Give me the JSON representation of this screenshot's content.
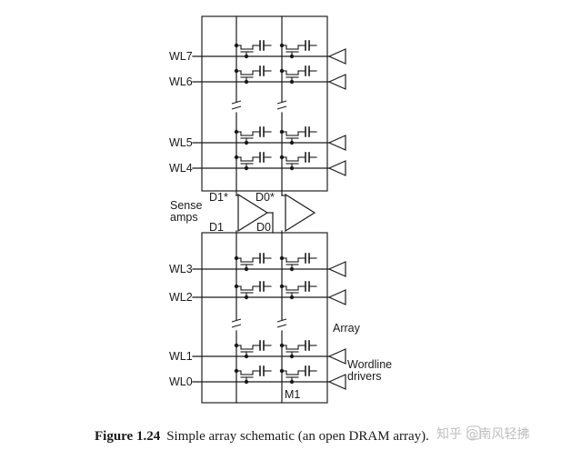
{
  "diagram": {
    "wordlines_top": [
      "WL7",
      "WL6",
      "WL5",
      "WL4"
    ],
    "wordlines_bottom": [
      "WL3",
      "WL2",
      "WL1",
      "WL0"
    ],
    "sense_amps_label_line1": "Sense",
    "sense_amps_label_line2": "amps",
    "bitline_labels": {
      "d1_star": "D1*",
      "d0_star": "D0*",
      "d1": "D1",
      "d0": "D0"
    },
    "array_label": "Array",
    "wordline_drivers_line1": "Wordline",
    "wordline_drivers_line2": "drivers",
    "cell_label": "M1"
  },
  "caption": {
    "figure_number": "Figure 1.24",
    "text": "Simple array schematic (an open DRAM array)."
  },
  "watermark": {
    "text": "知乎 @南风轻拂"
  },
  "colors": {
    "ink": "#1a1a1a",
    "box_stroke": "#222222",
    "watermark": "#bfbfbf"
  }
}
